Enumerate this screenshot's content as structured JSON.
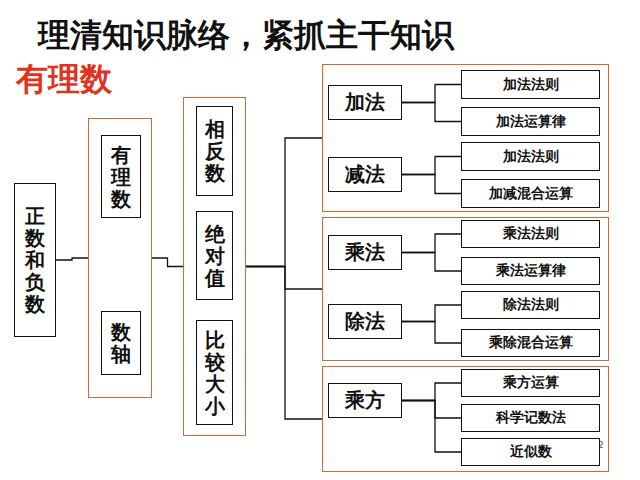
{
  "diagram": {
    "title": "理清知识脉络，紧抓主干知识",
    "nodes": [
      {
        "text": [
          "正数和负数"
        ]
      },
      {
        "text": []
      },
      {
        "text": [
          "有理数"
        ],
        "in": 1
      },
      {
        "text": [
          "数轴"
        ],
        "in": 1
      },
      {
        "text": []
      },
      {
        "text": [
          "相反数"
        ],
        "in": 4
      },
      {
        "text": [
          "绝对值"
        ],
        "in": 4
      },
      {
        "text": [
          "比较大小"
        ],
        "in": 4
      },
      {
        "text": []
      },
      {
        "text": [
          "加法"
        ],
        "in": 8
      },
      {
        "text": [
          "加法法则"
        ],
        "in": 8
      },
      {
        "text": [
          "加法运算律"
        ],
        "in": 8
      },
      {
        "text": [
          "减法"
        ],
        "in": 8
      },
      {
        "text": [
          "加法法则"
        ],
        "in": 8
      },
      {
        "text": [
          "加减混合运算"
        ],
        "in": 8
      },
      {
        "text": []
      },
      {
        "text": [
          "乘法"
        ],
        "in": 15
      },
      {
        "text": [
          "乘法法则"
        ],
        "in": 15
      },
      {
        "text": [
          "乘法运算律"
        ],
        "in": 15
      },
      {
        "text": [
          "除法"
        ],
        "in": 15
      },
      {
        "text": [
          "除法法则"
        ],
        "in": 15
      },
      {
        "text": [
          "乘除混合运算"
        ],
        "in": 15
      },
      {
        "text": []
      },
      {
        "text": [
          "乘方"
        ],
        "in": 22
      },
      {
        "text": [
          "乘方运算"
        ],
        "in": 22
      },
      {
        "text": [
          "科学记数法"
        ],
        "in": 22
      },
      {
        "text": [
          "近似数"
        ],
        "in": 22
      }
    ],
    "edges": [
      {
        "from": 0,
        "to": 1,
        "arrow": "none"
      },
      {
        "from": 1,
        "to": 4,
        "arrow": "none"
      },
      {
        "from": 4,
        "to": 8,
        "arrow": "none"
      },
      {
        "from": 4,
        "to": 15,
        "arrow": "none"
      },
      {
        "from": 4,
        "to": 22,
        "arrow": "none"
      },
      {
        "from": 9,
        "to": 10,
        "arrow": "none"
      },
      {
        "from": 9,
        "to": 11,
        "arrow": "none"
      },
      {
        "from": 12,
        "to": 13,
        "arrow": "none"
      },
      {
        "from": 12,
        "to": 14,
        "arrow": "none"
      },
      {
        "from": 16,
        "to": 17,
        "arrow": "none"
      },
      {
        "from": 16,
        "to": 18,
        "arrow": "none"
      },
      {
        "from": 19,
        "to": 20,
        "arrow": "none"
      },
      {
        "from": 19,
        "to": 21,
        "arrow": "none"
      },
      {
        "from": 23,
        "to": 24,
        "arrow": "none"
      },
      {
        "from": 23,
        "to": 25,
        "arrow": "none"
      },
      {
        "from": 23,
        "to": 26,
        "arrow": "none"
      }
    ],
    "labels": [
      "有理数",
      "2"
    ]
  }
}
